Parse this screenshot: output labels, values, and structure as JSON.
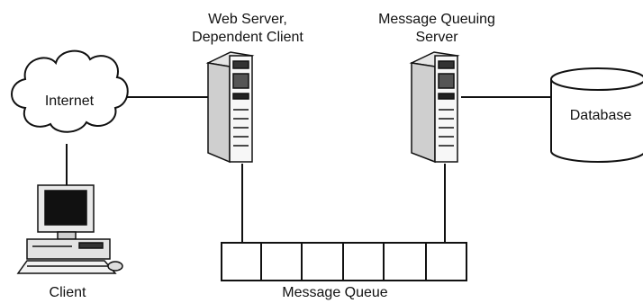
{
  "nodes": {
    "web_server": {
      "lines": [
        "Web Server,",
        "Dependent Client"
      ]
    },
    "mq_server": {
      "lines": [
        "Message Queuing",
        "Server"
      ]
    },
    "internet": {
      "label": "Internet"
    },
    "database": {
      "label": "Database"
    },
    "client": {
      "label": "Client"
    },
    "queue": {
      "label": "Message Queue",
      "slots": 6
    }
  },
  "edges": [
    [
      "internet",
      "web_server"
    ],
    [
      "internet",
      "client"
    ],
    [
      "web_server",
      "queue"
    ],
    [
      "mq_server",
      "queue"
    ],
    [
      "mq_server",
      "database"
    ]
  ]
}
